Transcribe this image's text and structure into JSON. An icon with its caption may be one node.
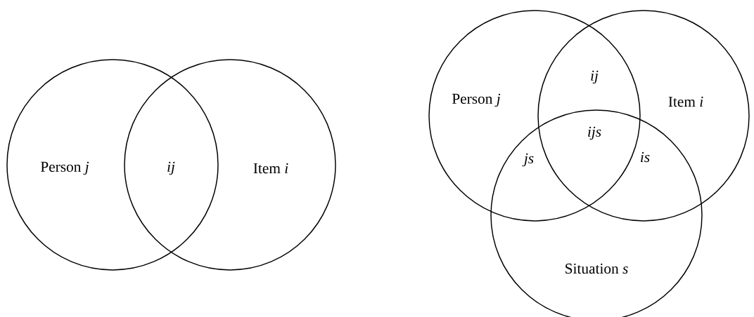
{
  "diagram": {
    "nodes": [
      {
        "text": [
          "Person *j*"
        ]
      },
      {
        "text": [
          "Item *i*"
        ]
      },
      {
        "text": [
          "Person *j*"
        ]
      },
      {
        "text": [
          "Item *i*"
        ]
      },
      {
        "text": [
          "Situation *s*"
        ]
      }
    ],
    "labels": [
      "ij",
      "ij",
      "ijs",
      "js",
      "is"
    ]
  }
}
